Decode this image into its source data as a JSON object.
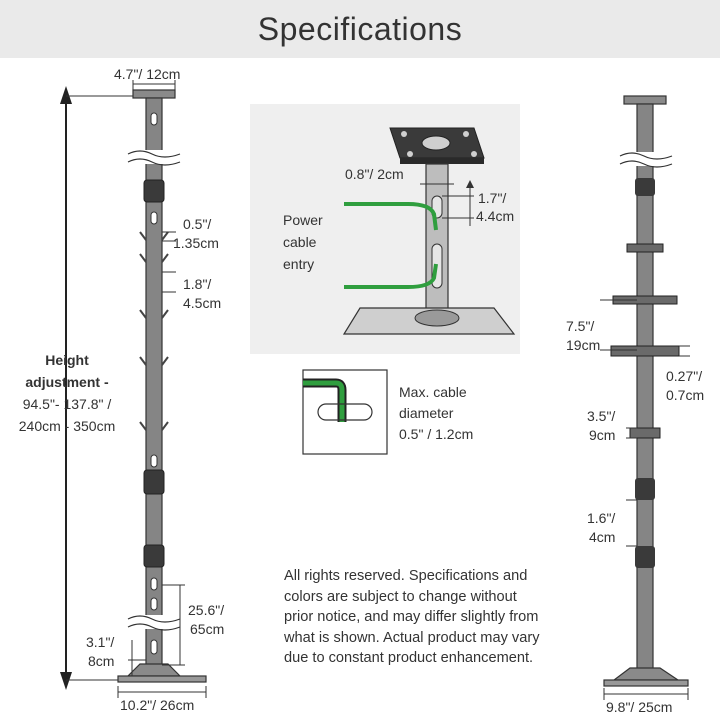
{
  "title": "Specifications",
  "left_pole": {
    "top_width": "4.7\"/ 12cm",
    "height_title_1": "Height",
    "height_title_2": "adjustment -",
    "height_range_in": "94.5\"- 137.8\" /",
    "height_range_cm": "240cm - 350cm",
    "slot_width_in": "0.5\"/",
    "slot_width_cm": "1.35cm",
    "slot_spacing_in": "1.8\"/",
    "slot_spacing_cm": "4.5cm",
    "lower_section_in": "25.6\"/",
    "lower_section_cm": "65cm",
    "base_height_in": "3.1\"/",
    "base_height_cm": "8cm",
    "base_width": "10.2\"/ 26cm"
  },
  "detail": {
    "tube_width": "0.8\"/ 2cm",
    "hole_height_in": "1.7\"/",
    "hole_height_cm": "4.4cm",
    "power_1": "Power",
    "power_2": "cable",
    "power_3": "entry",
    "cable_1": "Max. cable",
    "cable_2": "diameter",
    "cable_3": "0.5\" / 1.2cm"
  },
  "right_pole": {
    "shelf_spacing_in": "7.5\"/",
    "shelf_spacing_cm": "19cm",
    "shelf_thickness_in": "0.27\"/",
    "shelf_thickness_cm": "0.7cm",
    "bracket_in": "3.5\"/",
    "bracket_cm": "9cm",
    "clip_in": "1.6\"/",
    "clip_cm": "4cm",
    "base_width": "9.8\"/ 25cm"
  },
  "notice": "All rights reserved. Specifications and colors are subject to change without prior notice, and may differ slightly from what is shown. Actual product may vary due to constant product enhancement.",
  "colors": {
    "banner": "#eaeaea",
    "pole": "#7a7a7a",
    "pole_dark": "#3a3a3a",
    "cable": "#2f9e3e",
    "detail_panel": "#efefef"
  }
}
